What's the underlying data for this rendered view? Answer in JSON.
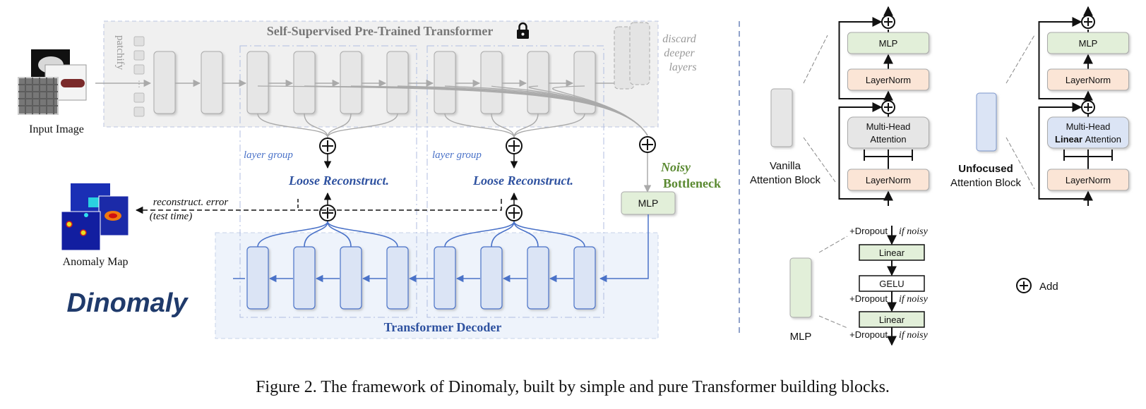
{
  "encoder": {
    "title": "Self-Supervised Pre-Trained Transformer",
    "patchify": "patchify",
    "discard": [
      "discard",
      "deeper",
      "layers"
    ],
    "input_label": "Input Image",
    "layer_group": "layer group",
    "loose_recon": "Loose Reconstruct.",
    "noisy": "Noisy",
    "bottleneck": "Bottleneck",
    "mlp": "MLP",
    "recon_error": "reconstruct. error",
    "test_time": "(test time)",
    "anomaly_map": "Anomaly Map",
    "logo": "Dinomaly",
    "decoder": "Transformer Decoder"
  },
  "blocks": {
    "mlp": "MLP",
    "layernorm": "LayerNorm",
    "mha_line1": "Multi-Head",
    "mha_line2": "Attention",
    "linear_word": "Linear",
    "vanilla_line1": "Vanilla",
    "vanilla_line2": "Attention Block",
    "unfocused_line1": "Unfocused",
    "unfocused_line2": "Attention Block"
  },
  "mlp_detail": {
    "dropout": "+Dropout",
    "if_noisy": "if noisy",
    "linear": "Linear",
    "gelu": "GELU",
    "label": "MLP"
  },
  "legend": {
    "add": "Add"
  },
  "caption": "Figure 2. The framework of Dinomaly, built by simple and pure Transformer building blocks.",
  "colors": {
    "grey_block": "#e6e6e6",
    "blue_block": "#dbe4f5",
    "blue_stroke": "#4a72c8",
    "green_block": "#e2efd9",
    "orange_block": "#fbe5d6",
    "accent_blue": "#2f52a0",
    "accent_green": "#5b8a32"
  }
}
